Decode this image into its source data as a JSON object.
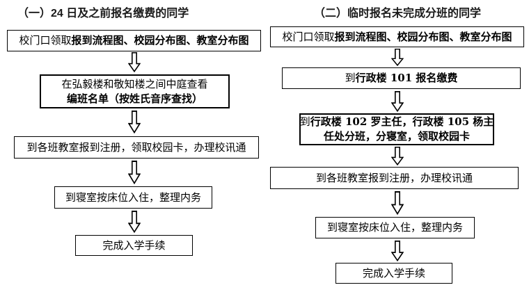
{
  "flowchart": {
    "colors": {
      "background": "#ffffff",
      "box_border": "#000000",
      "box_fill": "#ffffff",
      "text": "#000000"
    },
    "arrow_icon": "hollow-double-down-arrow",
    "columns": [
      {
        "id": "pre-paid-students",
        "title": "（一）24 日及之前报名缴费的同学",
        "steps": [
          {
            "lines": [
              [
                {
                  "text": "校门口领取"
                },
                {
                  "text": "报到流程图、校园分布图、教室分布图",
                  "bold": true
                }
              ]
            ]
          },
          {
            "lines": [
              [
                {
                  "text": "在弘毅楼和敬知楼之间中庭查看"
                }
              ],
              [
                {
                  "text": "编班名单（按姓氏音序查找）",
                  "bold": true
                }
              ]
            ]
          },
          {
            "lines": [
              [
                {
                  "text": "到各班教室报到注册，领取校园卡，办理校讯通"
                }
              ]
            ]
          },
          {
            "lines": [
              [
                {
                  "text": "到寝室按床位入住，整理内务"
                }
              ]
            ]
          },
          {
            "lines": [
              [
                {
                  "text": "完成入学手续"
                }
              ]
            ]
          }
        ]
      },
      {
        "id": "walk-in-students",
        "title": "（二）临时报名未完成分班的同学",
        "steps": [
          {
            "lines": [
              [
                {
                  "text": "校门口领取"
                },
                {
                  "text": "报到流程图、校园分布图、教室分布图",
                  "bold": true
                }
              ]
            ]
          },
          {
            "lines": [
              [
                {
                  "text": "到"
                },
                {
                  "text": "行政楼 101 报名缴费",
                  "bold": true
                }
              ]
            ]
          },
          {
            "lines": [
              [
                {
                  "text": "到"
                },
                {
                  "text": "行政楼 102 罗主任，行政楼 105 杨主",
                  "bold": true
                }
              ],
              [
                {
                  "text": "任处分班，分寝室，领取校园卡",
                  "bold": true
                }
              ]
            ]
          },
          {
            "lines": [
              [
                {
                  "text": "到各班教室报到注册，办理校讯通"
                }
              ]
            ]
          },
          {
            "lines": [
              [
                {
                  "text": "到寝室按床位入住，整理内务"
                }
              ]
            ]
          },
          {
            "lines": [
              [
                {
                  "text": "完成入学手续"
                }
              ]
            ]
          }
        ]
      }
    ]
  }
}
